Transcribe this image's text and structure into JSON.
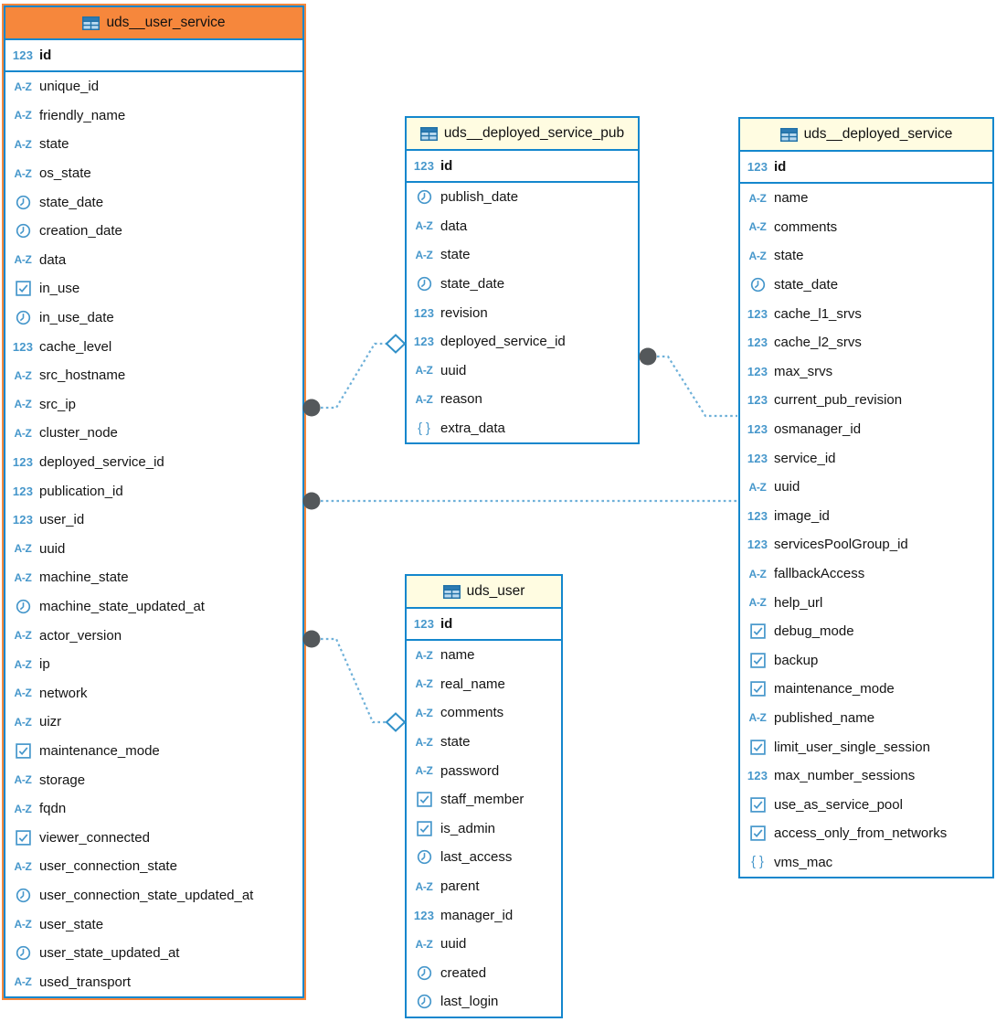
{
  "diagram": {
    "colors": {
      "table_border": "#1487cd",
      "selected_header": "#f6873c",
      "header_bg": "#fffce1",
      "icon_blue": "#4697cb",
      "field_text": "#141414",
      "connector_line": "#6fb1d9",
      "connector_circle": "#54585b",
      "connector_diamond_stroke": "#3190c8"
    },
    "type_icon_legend": {
      "number": "123-icon",
      "string": "az-icon",
      "datetime": "clock-icon",
      "boolean": "checkbox-icon",
      "json": "braces-icon"
    },
    "tables": [
      {
        "name": "uds__user_service",
        "selected": true,
        "primary_key": {
          "type": "number",
          "label": "id"
        },
        "fields": [
          {
            "type": "string",
            "label": "unique_id"
          },
          {
            "type": "string",
            "label": "friendly_name"
          },
          {
            "type": "string",
            "label": "state"
          },
          {
            "type": "string",
            "label": "os_state"
          },
          {
            "type": "datetime",
            "label": "state_date"
          },
          {
            "type": "datetime",
            "label": "creation_date"
          },
          {
            "type": "string",
            "label": "data"
          },
          {
            "type": "boolean",
            "label": "in_use"
          },
          {
            "type": "datetime",
            "label": "in_use_date"
          },
          {
            "type": "number",
            "label": "cache_level"
          },
          {
            "type": "string",
            "label": "src_hostname"
          },
          {
            "type": "string",
            "label": "src_ip"
          },
          {
            "type": "string",
            "label": "cluster_node"
          },
          {
            "type": "number",
            "label": "deployed_service_id"
          },
          {
            "type": "number",
            "label": "publication_id"
          },
          {
            "type": "number",
            "label": "user_id"
          },
          {
            "type": "string",
            "label": "uuid"
          },
          {
            "type": "string",
            "label": "machine_state"
          },
          {
            "type": "datetime",
            "label": "machine_state_updated_at"
          },
          {
            "type": "string",
            "label": "actor_version"
          },
          {
            "type": "string",
            "label": "ip"
          },
          {
            "type": "string",
            "label": "network"
          },
          {
            "type": "string",
            "label": "uizr"
          },
          {
            "type": "boolean",
            "label": "maintenance_mode"
          },
          {
            "type": "string",
            "label": "storage"
          },
          {
            "type": "string",
            "label": "fqdn"
          },
          {
            "type": "boolean",
            "label": "viewer_connected"
          },
          {
            "type": "string",
            "label": "user_connection_state"
          },
          {
            "type": "datetime",
            "label": "user_connection_state_updated_at"
          },
          {
            "type": "string",
            "label": "user_state"
          },
          {
            "type": "datetime",
            "label": "user_state_updated_at"
          },
          {
            "type": "string",
            "label": "used_transport"
          }
        ]
      },
      {
        "name": "uds__deployed_service_pub",
        "selected": false,
        "primary_key": {
          "type": "number",
          "label": "id"
        },
        "fields": [
          {
            "type": "datetime",
            "label": "publish_date"
          },
          {
            "type": "string",
            "label": "data"
          },
          {
            "type": "string",
            "label": "state"
          },
          {
            "type": "datetime",
            "label": "state_date"
          },
          {
            "type": "number",
            "label": "revision"
          },
          {
            "type": "number",
            "label": "deployed_service_id"
          },
          {
            "type": "string",
            "label": "uuid"
          },
          {
            "type": "string",
            "label": "reason"
          },
          {
            "type": "json",
            "label": "extra_data"
          }
        ]
      },
      {
        "name": "uds_user",
        "selected": false,
        "primary_key": {
          "type": "number",
          "label": "id"
        },
        "fields": [
          {
            "type": "string",
            "label": "name"
          },
          {
            "type": "string",
            "label": "real_name"
          },
          {
            "type": "string",
            "label": "comments"
          },
          {
            "type": "string",
            "label": "state"
          },
          {
            "type": "string",
            "label": "password"
          },
          {
            "type": "boolean",
            "label": "staff_member"
          },
          {
            "type": "boolean",
            "label": "is_admin"
          },
          {
            "type": "datetime",
            "label": "last_access"
          },
          {
            "type": "string",
            "label": "parent"
          },
          {
            "type": "number",
            "label": "manager_id"
          },
          {
            "type": "string",
            "label": "uuid"
          },
          {
            "type": "datetime",
            "label": "created"
          },
          {
            "type": "datetime",
            "label": "last_login"
          }
        ]
      },
      {
        "name": "uds__deployed_service",
        "selected": false,
        "primary_key": {
          "type": "number",
          "label": "id"
        },
        "fields": [
          {
            "type": "string",
            "label": "name"
          },
          {
            "type": "string",
            "label": "comments"
          },
          {
            "type": "string",
            "label": "state"
          },
          {
            "type": "datetime",
            "label": "state_date"
          },
          {
            "type": "number",
            "label": "cache_l1_srvs"
          },
          {
            "type": "number",
            "label": "cache_l2_srvs"
          },
          {
            "type": "number",
            "label": "max_srvs"
          },
          {
            "type": "number",
            "label": "current_pub_revision"
          },
          {
            "type": "number",
            "label": "osmanager_id"
          },
          {
            "type": "number",
            "label": "service_id"
          },
          {
            "type": "string",
            "label": "uuid"
          },
          {
            "type": "number",
            "label": "image_id"
          },
          {
            "type": "number",
            "label": "servicesPoolGroup_id"
          },
          {
            "type": "string",
            "label": "fallbackAccess"
          },
          {
            "type": "string",
            "label": "help_url"
          },
          {
            "type": "boolean",
            "label": "debug_mode"
          },
          {
            "type": "boolean",
            "label": "backup"
          },
          {
            "type": "boolean",
            "label": "maintenance_mode"
          },
          {
            "type": "string",
            "label": "published_name"
          },
          {
            "type": "boolean",
            "label": "limit_user_single_session"
          },
          {
            "type": "number",
            "label": "max_number_sessions"
          },
          {
            "type": "boolean",
            "label": "use_as_service_pool"
          },
          {
            "type": "boolean",
            "label": "access_only_from_networks"
          },
          {
            "type": "json",
            "label": "vms_mac"
          }
        ]
      }
    ],
    "connections": [
      {
        "from": "uds__user_service",
        "to": "uds__deployed_service_pub",
        "from_marker": "circle",
        "to_marker": "diamond",
        "style": "dotted"
      },
      {
        "from": "uds__user_service",
        "to": "uds__deployed_service",
        "from_marker": "circle",
        "to_marker": "none",
        "style": "dotted"
      },
      {
        "from": "uds__user_service",
        "to": "uds_user",
        "from_marker": "circle",
        "to_marker": "diamond",
        "style": "dotted"
      },
      {
        "from": "uds__deployed_service_pub",
        "to": "uds__deployed_service",
        "from_marker": "circle",
        "to_marker": "none",
        "style": "dotted"
      }
    ]
  }
}
